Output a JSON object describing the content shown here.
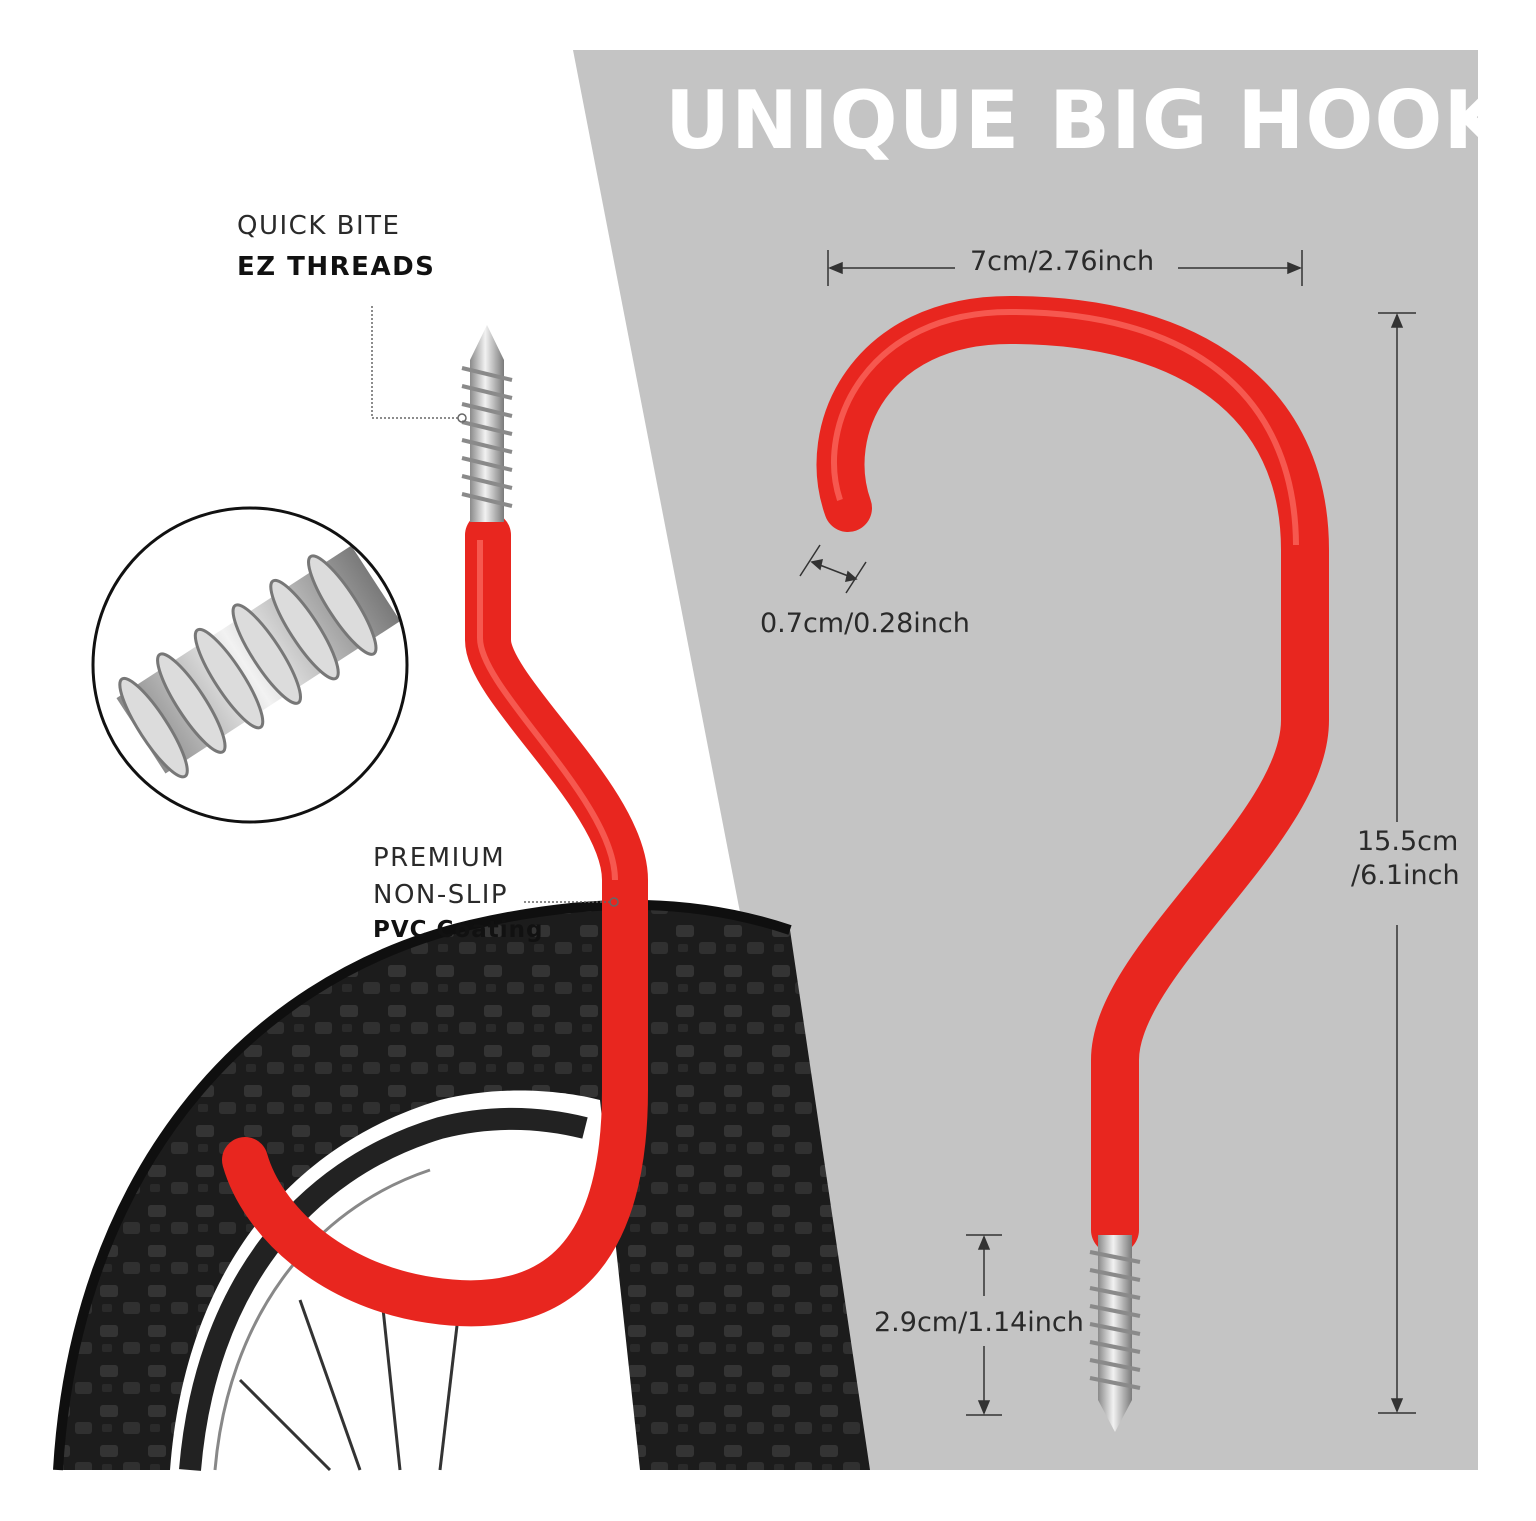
{
  "title": "UNIQUE BIG HOOK",
  "callouts": {
    "threads_line1": "QUICK BITE",
    "threads_line2": "EZ THREADS",
    "coating_line1": "PREMIUM",
    "coating_line2": "NON-SLIP",
    "coating_line3": "PVC Coating"
  },
  "dimensions": {
    "width": "7cm/2.76inch",
    "thickness": "0.7cm/0.28inch",
    "height_line1": "15.5cm",
    "height_line2": "/6.1inch",
    "screw_length": "2.9cm/1.14inch"
  },
  "colors": {
    "hook_red": "#e8261f",
    "panel_gray": "#c4c4c4",
    "tire_black": "#1a1a1a"
  }
}
